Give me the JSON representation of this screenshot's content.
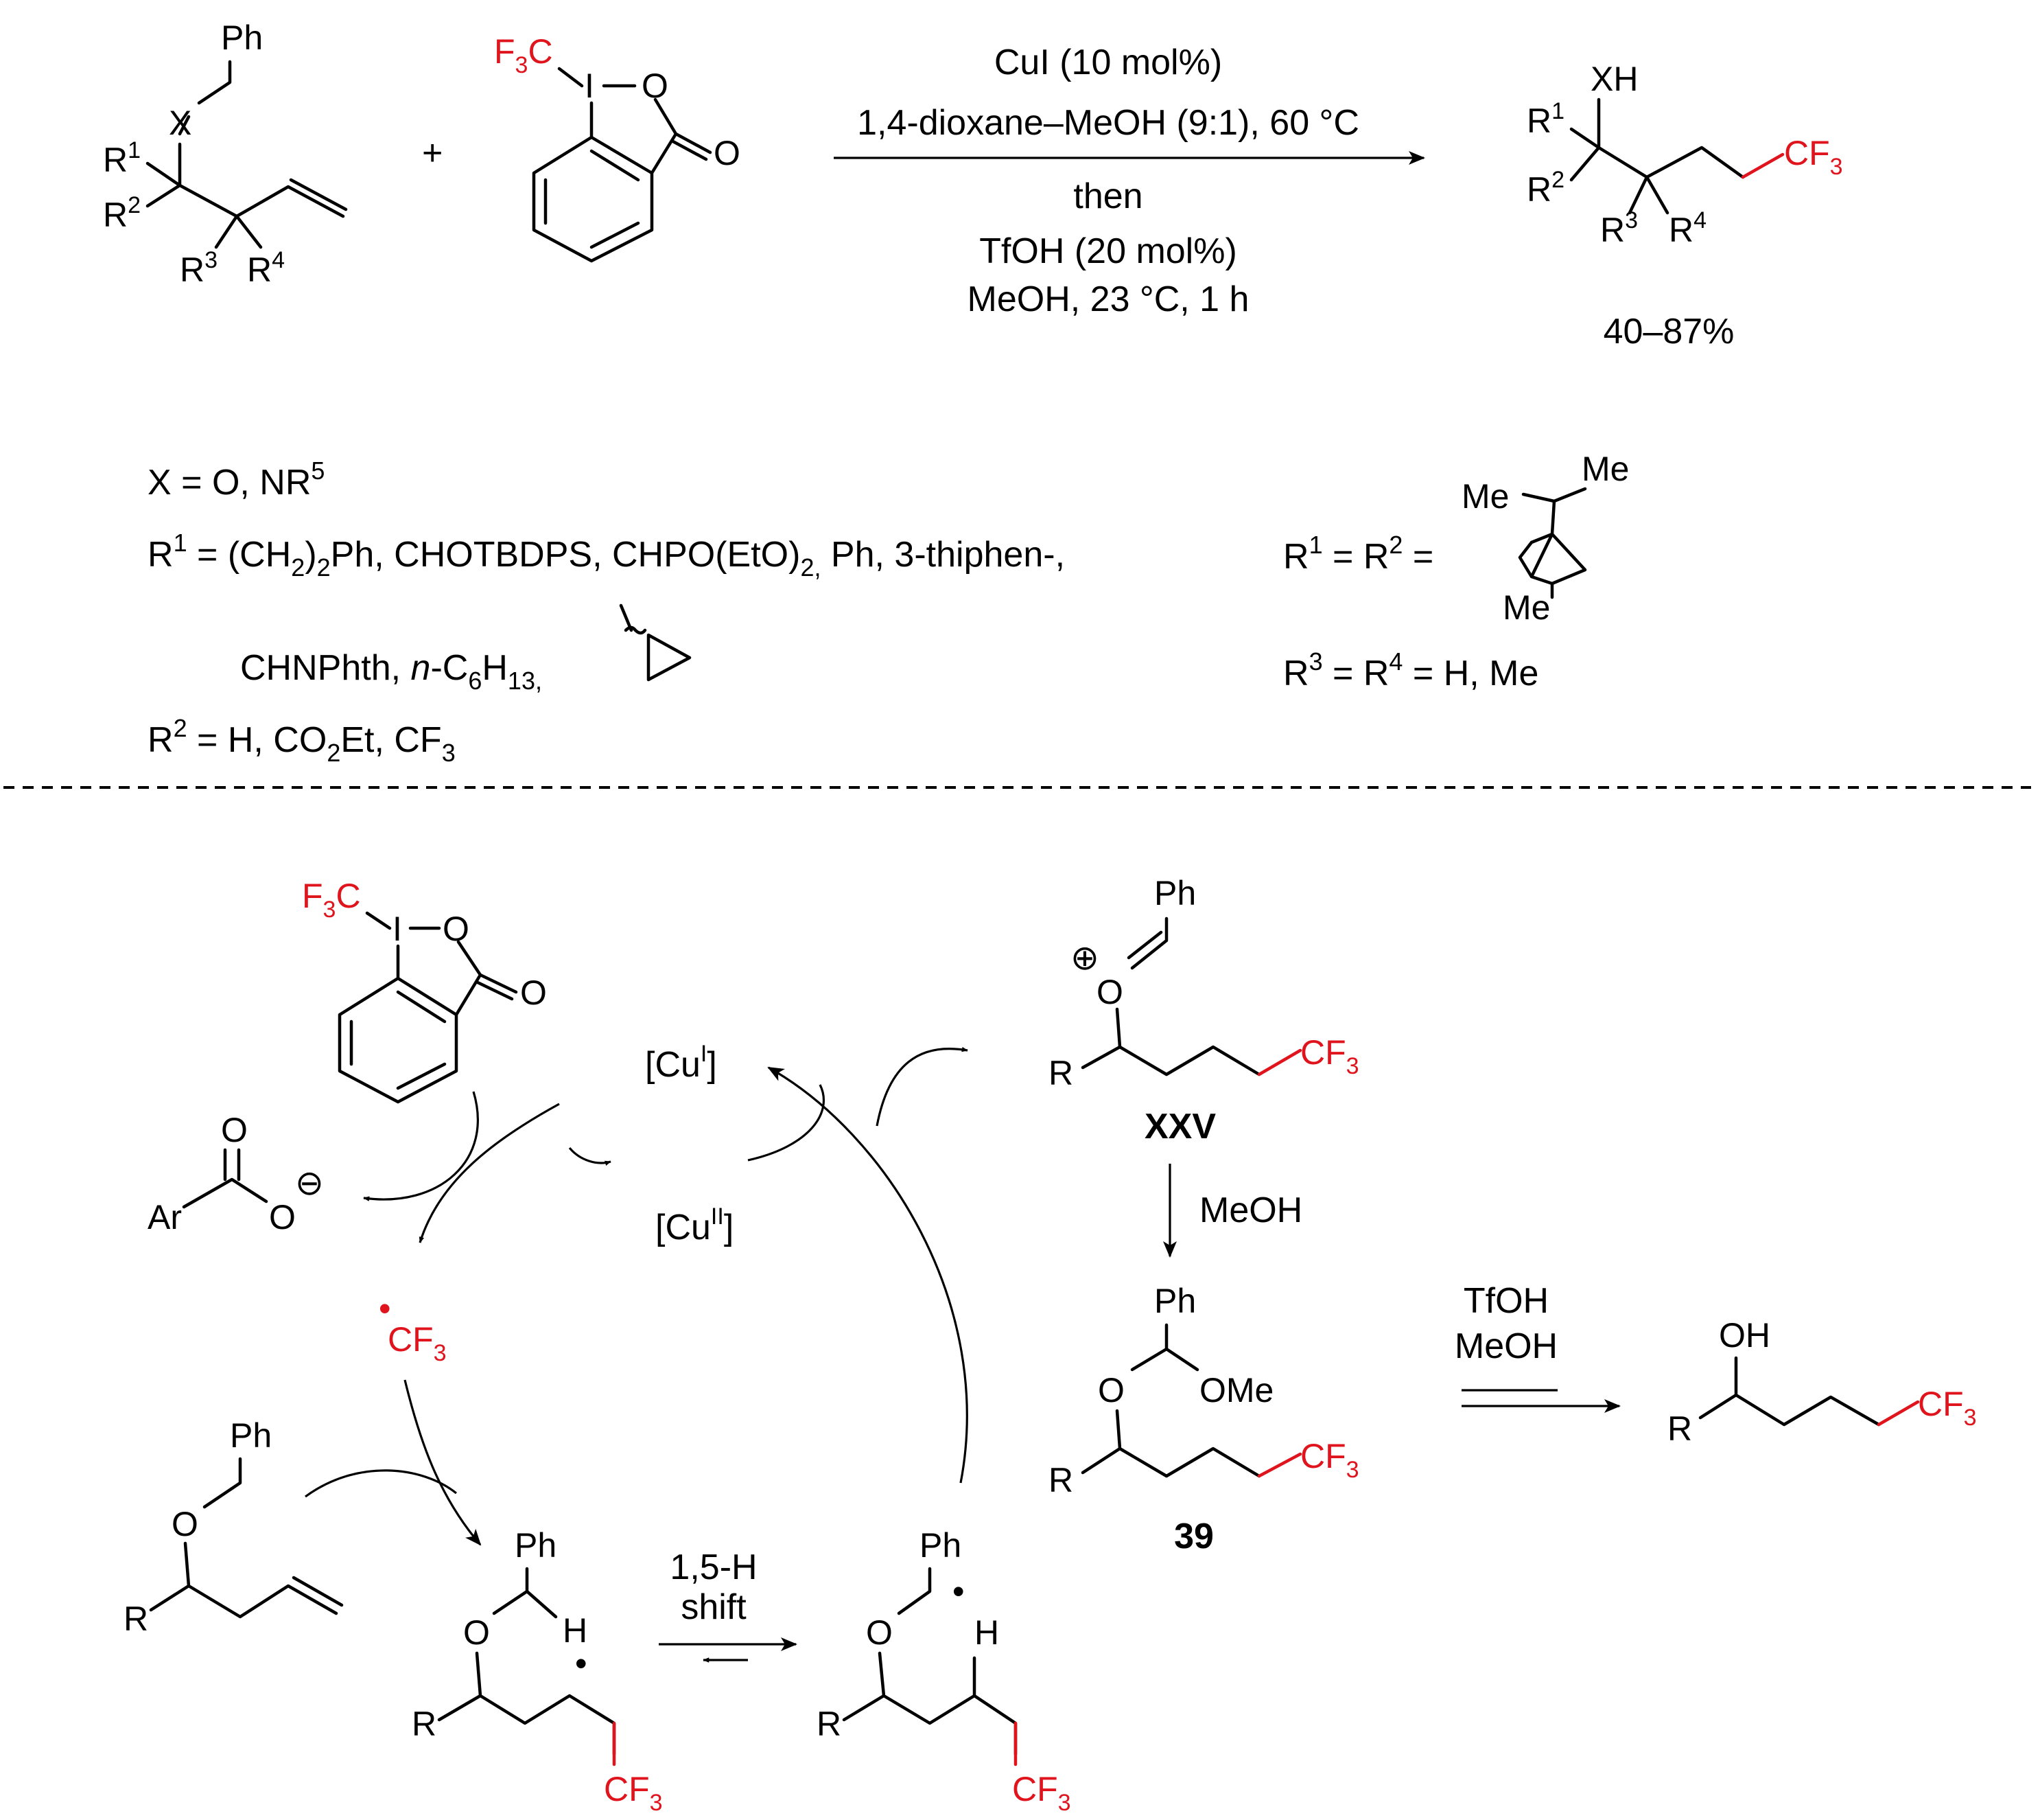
{
  "top_reaction": {
    "conditions": [
      "CuI (10 mol%)",
      "1,4-dioxane–MeOH (9:1), 60 °C",
      "then",
      "TfOH (20 mol%)",
      "MeOH, 23 °C, 1 h"
    ],
    "plus": "+",
    "yield": "40–87%"
  },
  "scope": {
    "x_line": "X = O, NR",
    "x_sup": "5",
    "r1_line": "R",
    "r1_sup": "1",
    "r1_text_a": " = (CH",
    "r1_text_b": ")",
    "r1_text_c": "Ph, CHOTBDPS, CHPO(EtO)",
    "r1_text_d": " Ph, 3-thiphen-,",
    "sub2": "2",
    "sub2comma": "2,",
    "r1_cont_a": "CHNPhth, ",
    "r1_cont_italic": "n",
    "r1_cont_b": "-C",
    "sub6": "6",
    "r1_cont_c": "H",
    "sub13": "13,",
    "r2_text_a": " = H, CO",
    "r2_text_b": "Et, CF",
    "sub3": "3",
    "r12_eq": " = R",
    "r12_tail": " =",
    "r34_text": " = H, Me"
  },
  "atoms": {
    "Ph": "Ph",
    "X": "X",
    "XH": "XH",
    "R": "R",
    "O": "O",
    "I": "I",
    "F": "F",
    "C": "C",
    "CF": "CF",
    "OH": "OH",
    "OMe": "OMe",
    "H": "H",
    "Me": "Me",
    "Ar": "Ar",
    "sup1": "1",
    "sup2": "2",
    "sup3": "3",
    "sup4": "4"
  },
  "mechanism": {
    "cu1": "[Cu",
    "cu1_sup": "I",
    "cu2": "[Cu",
    "cu2_sup": "II",
    "bracket": "]",
    "minus": "⊖",
    "plus": "⊕",
    "radical_dot": "•",
    "meoh": "MeOH",
    "hshift_1": "1,5-H",
    "hshift_2": "shift",
    "tfoh": "TfOH",
    "tfoh_meoh": "MeOH",
    "label_xxv": "XXV",
    "label_39": "39"
  }
}
